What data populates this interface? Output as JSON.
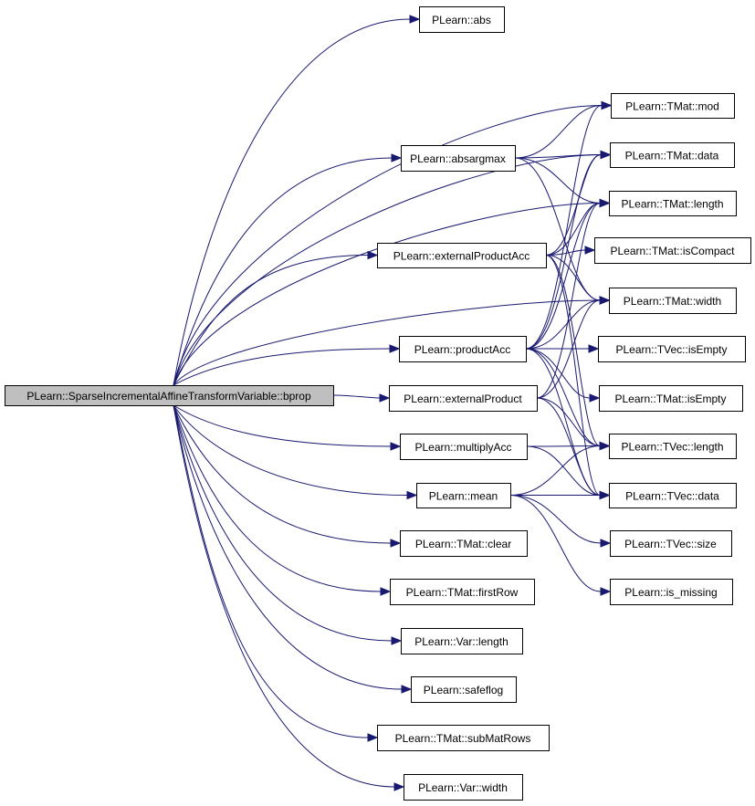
{
  "graph": {
    "root": {
      "id": "bprop",
      "label": "PLearn::SparseIncrementalAffineTransformVariable::bprop"
    },
    "nodes": [
      {
        "id": "abs",
        "label": "PLearn::abs"
      },
      {
        "id": "absargmax",
        "label": "PLearn::absargmax"
      },
      {
        "id": "externalProductAcc",
        "label": "PLearn::externalProductAcc"
      },
      {
        "id": "productAcc",
        "label": "PLearn::productAcc"
      },
      {
        "id": "externalProduct",
        "label": "PLearn::externalProduct"
      },
      {
        "id": "multiplyAcc",
        "label": "PLearn::multiplyAcc"
      },
      {
        "id": "mean",
        "label": "PLearn::mean"
      },
      {
        "id": "tmat_clear",
        "label": "PLearn::TMat::clear"
      },
      {
        "id": "tmat_firstRow",
        "label": "PLearn::TMat::firstRow"
      },
      {
        "id": "var_length",
        "label": "PLearn::Var::length"
      },
      {
        "id": "safeflog",
        "label": "PLearn::safeflog"
      },
      {
        "id": "tmat_subMatRows",
        "label": "PLearn::TMat::subMatRows"
      },
      {
        "id": "var_width",
        "label": "PLearn::Var::width"
      },
      {
        "id": "tmat_mod",
        "label": "PLearn::TMat::mod"
      },
      {
        "id": "tmat_data",
        "label": "PLearn::TMat::data"
      },
      {
        "id": "tmat_length",
        "label": "PLearn::TMat::length"
      },
      {
        "id": "tmat_isCompact",
        "label": "PLearn::TMat::isCompact"
      },
      {
        "id": "tmat_width",
        "label": "PLearn::TMat::width"
      },
      {
        "id": "tvec_isEmpty",
        "label": "PLearn::TVec::isEmpty"
      },
      {
        "id": "tmat_isEmpty",
        "label": "PLearn::TMat::isEmpty"
      },
      {
        "id": "tvec_length",
        "label": "PLearn::TVec::length"
      },
      {
        "id": "tvec_data",
        "label": "PLearn::TVec::data"
      },
      {
        "id": "tvec_size",
        "label": "PLearn::TVec::size"
      },
      {
        "id": "is_missing",
        "label": "PLearn::is_missing"
      }
    ],
    "edges": [
      [
        "bprop",
        "abs"
      ],
      [
        "bprop",
        "tmat_mod"
      ],
      [
        "bprop",
        "tmat_data"
      ],
      [
        "bprop",
        "absargmax"
      ],
      [
        "bprop",
        "tmat_length"
      ],
      [
        "bprop",
        "externalProductAcc"
      ],
      [
        "bprop",
        "tmat_width"
      ],
      [
        "bprop",
        "productAcc"
      ],
      [
        "bprop",
        "externalProduct"
      ],
      [
        "bprop",
        "multiplyAcc"
      ],
      [
        "bprop",
        "mean"
      ],
      [
        "bprop",
        "tmat_clear"
      ],
      [
        "bprop",
        "tmat_firstRow"
      ],
      [
        "bprop",
        "var_length"
      ],
      [
        "bprop",
        "safeflog"
      ],
      [
        "bprop",
        "tmat_subMatRows"
      ],
      [
        "bprop",
        "var_width"
      ],
      [
        "absargmax",
        "tmat_mod"
      ],
      [
        "absargmax",
        "tmat_data"
      ],
      [
        "absargmax",
        "tmat_length"
      ],
      [
        "absargmax",
        "tmat_width"
      ],
      [
        "externalProductAcc",
        "tmat_data"
      ],
      [
        "externalProductAcc",
        "tmat_length"
      ],
      [
        "externalProductAcc",
        "tmat_isCompact"
      ],
      [
        "externalProductAcc",
        "tmat_width"
      ],
      [
        "externalProductAcc",
        "tvec_length"
      ],
      [
        "externalProductAcc",
        "tvec_data"
      ],
      [
        "productAcc",
        "tmat_mod"
      ],
      [
        "productAcc",
        "tmat_data"
      ],
      [
        "productAcc",
        "tmat_length"
      ],
      [
        "productAcc",
        "tmat_width"
      ],
      [
        "productAcc",
        "tvec_isEmpty"
      ],
      [
        "productAcc",
        "tmat_isEmpty"
      ],
      [
        "productAcc",
        "tvec_length"
      ],
      [
        "productAcc",
        "tvec_data"
      ],
      [
        "externalProduct",
        "tmat_length"
      ],
      [
        "externalProduct",
        "tmat_width"
      ],
      [
        "externalProduct",
        "tvec_length"
      ],
      [
        "externalProduct",
        "tvec_data"
      ],
      [
        "multiplyAcc",
        "tvec_length"
      ],
      [
        "multiplyAcc",
        "tvec_data"
      ],
      [
        "mean",
        "tvec_length"
      ],
      [
        "mean",
        "tvec_data"
      ],
      [
        "mean",
        "tvec_size"
      ],
      [
        "mean",
        "is_missing"
      ]
    ]
  }
}
